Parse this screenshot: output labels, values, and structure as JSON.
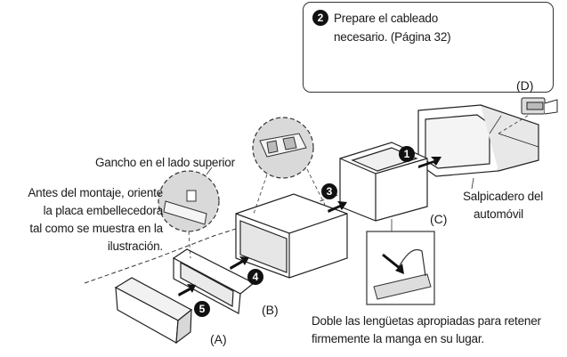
{
  "callout": {
    "step": "2",
    "line1": "Prepare el cableado",
    "line2": "necesario. (Página 32)"
  },
  "labels": {
    "hook": "Gancho en el lado superior",
    "orient_1": "Antes del montaje, oriente",
    "orient_2": "la placa embellecedora",
    "orient_3": "tal como se muestra en la",
    "orient_4": "ilustración.",
    "dashboard_1": "Salpicadero del",
    "dashboard_2": "automóvil",
    "bend_1": "Doble las lengüetas apropiadas para retener",
    "bend_2": "firmemente la manga en su lugar."
  },
  "parts": {
    "a": "(A)",
    "b": "(B)",
    "c": "(C)",
    "d": "(D)"
  },
  "steps": {
    "s1": "1",
    "s3": "3",
    "s4": "4",
    "s5": "5"
  }
}
